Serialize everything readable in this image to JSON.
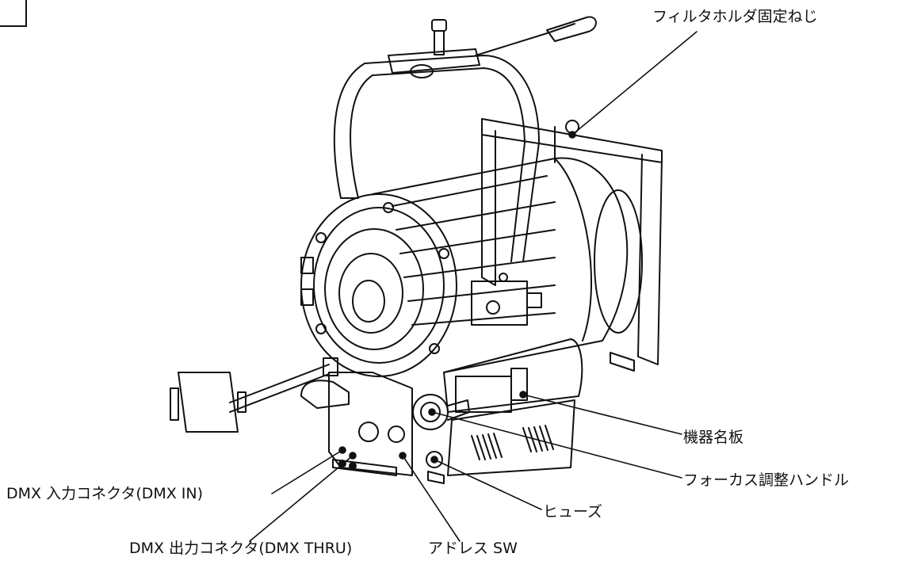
{
  "labels": {
    "filter_screw": "フィルタホルダ固定ねじ",
    "nameplate": "機器名板",
    "focus_handle": "フォーカス調整ハンドル",
    "fuse": "ヒューズ",
    "dmx_in": "DMX 入力コネクタ(DMX IN)",
    "dmx_thru": "DMX 出力コネクタ(DMX THRU)",
    "address_sw": "アドレス SW"
  },
  "colors": {
    "line": "#111111",
    "background": "#ffffff"
  }
}
